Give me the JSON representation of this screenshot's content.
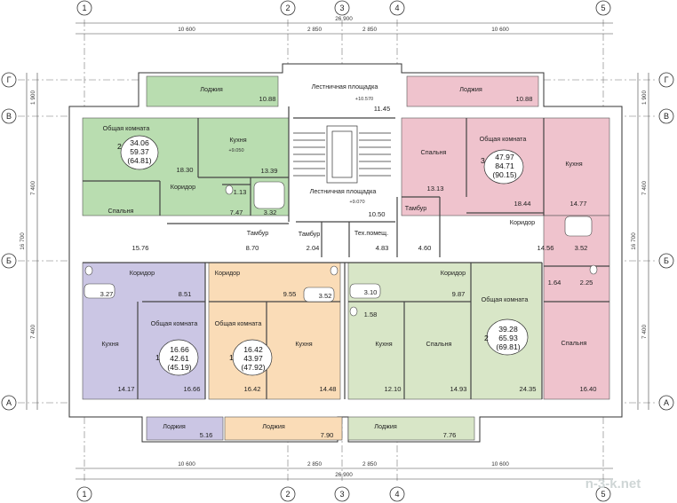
{
  "colors": {
    "green": "#b9ddb0",
    "pink": "#efc3cd",
    "lavender": "#cbc6e4",
    "peach": "#fadcb7",
    "sage": "#d8e6c7",
    "wall": "#ffffff",
    "line": "#333333"
  },
  "axes": {
    "vertical": [
      "1",
      "2",
      "3",
      "4",
      "5"
    ],
    "horizontal": [
      "Г",
      "В",
      "Б",
      "А"
    ]
  },
  "dimensions": {
    "top_total": "26 900",
    "top_segments": [
      "10 600",
      "2 850",
      "2 850",
      "10 600"
    ],
    "bottom_total": "26 900",
    "bottom_segments": [
      "10 600",
      "2 850",
      "2 850",
      "10 600"
    ],
    "left_segments": [
      "1 900",
      "7 400",
      "7 400"
    ],
    "left_total": "16 700",
    "right_segments": [
      "1 900",
      "7 400",
      "7 400"
    ],
    "right_total": "16 700"
  },
  "rooms": {
    "loggia_top_left": {
      "label": "Лоджия",
      "area": "10.88"
    },
    "loggia_top_right": {
      "label": "Лоджия",
      "area": "10.88"
    },
    "stair_top": {
      "label": "Лестничная площадка",
      "area": "11.45",
      "level": "+10.570"
    },
    "stair_mid": {
      "label": "Лестничная площадка",
      "area": "10.50",
      "level": "+9.070"
    },
    "tambur_c1": {
      "label": "Тамбур",
      "area": "8.70"
    },
    "tambur_c2": {
      "label": "Тамбур",
      "area": "2.04"
    },
    "tech": {
      "label": "Тех.помещ.",
      "area": "4.83"
    },
    "tambur_r": {
      "label": "Тамбур",
      "area": "4.60"
    },
    "a2_living": {
      "label": "Общая комната",
      "area": "18.30"
    },
    "a2_kitchen": {
      "label": "Кухня",
      "area": "13.39",
      "level": "+9.050"
    },
    "a2_corridor": {
      "label": "Коридор",
      "area": "7.47"
    },
    "a2_wc": {
      "area": "1.13"
    },
    "a2_bath": {
      "area": "3.32"
    },
    "a2_bedroom": {
      "label": "Спальня",
      "area": "15.76"
    },
    "a3_bedroom_top": {
      "label": "Спальня",
      "area": "13.13"
    },
    "a3_living": {
      "label": "Общая комната",
      "area": "18.44"
    },
    "a3_kitchen": {
      "label": "Кухня",
      "area": "14.77"
    },
    "a3_corridor": {
      "label": "Коридор",
      "area": "14.56"
    },
    "a3_bath": {
      "area": "3.52"
    },
    "a3_wc": {
      "area": "1.64"
    },
    "a3_bath2": {
      "area": "2.25"
    },
    "a3_bedroom_bottom": {
      "label": "Спальня",
      "area": "16.40"
    },
    "a1l_corridor": {
      "label": "Коридор",
      "area": "8.51"
    },
    "a1l_bath": {
      "area": "3.27"
    },
    "a1l_kitchen": {
      "label": "Кухня",
      "area": "14.17"
    },
    "a1l_living": {
      "label": "Общая комната",
      "area": "16.66"
    },
    "a1r_corridor": {
      "label": "Коридор",
      "area": "9.55"
    },
    "a1r_bath": {
      "area": "3.52"
    },
    "a1r_living": {
      "label": "Общая комната",
      "area": "16.42"
    },
    "a1r_kitchen": {
      "label": "Кухня",
      "area": "14.48"
    },
    "a2b_bath": {
      "area": "3.10"
    },
    "a2b_wc": {
      "area": "1.58"
    },
    "a2b_corridor": {
      "label": "Коридор",
      "area": "9.87"
    },
    "a2b_kitchen": {
      "label": "Кухня",
      "area": "12.10"
    },
    "a2b_bedroom": {
      "label": "Спальня",
      "area": "14.93"
    },
    "a2b_living": {
      "label": "Общая комната",
      "area": "24.35"
    },
    "loggia_b1": {
      "label": "Лоджия",
      "area": "5.16"
    },
    "loggia_b2": {
      "label": "Лоджия",
      "area": "7.90"
    },
    "loggia_b3": {
      "label": "Лоджия",
      "area": "7.76"
    }
  },
  "apartments": {
    "a2_top": {
      "rooms": "2",
      "living": "34.06",
      "total": "59.37",
      "with_loggia": "(64.81)"
    },
    "a3": {
      "rooms": "3",
      "living": "47.97",
      "total": "84.71",
      "with_loggia": "(90.15)"
    },
    "a1_left": {
      "rooms": "1",
      "living": "16.66",
      "total": "42.61",
      "with_loggia": "(45.19)"
    },
    "a1_right": {
      "rooms": "1",
      "living": "16.42",
      "total": "43.97",
      "with_loggia": "(47.92)"
    },
    "a2_bottom": {
      "rooms": "2",
      "living": "39.28",
      "total": "65.93",
      "with_loggia": "(69.81)"
    }
  },
  "watermark": "n-3-k.net"
}
